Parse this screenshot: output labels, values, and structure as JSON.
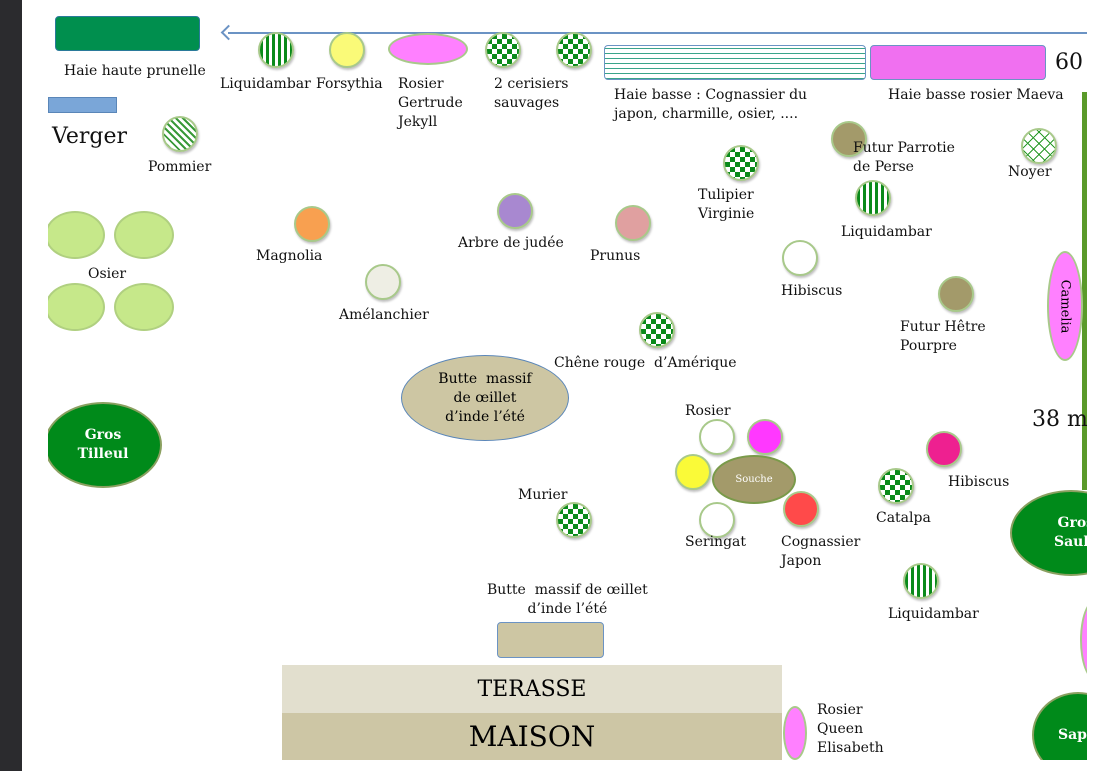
{
  "labels": {
    "haie_haute": "Haie haute prunelle",
    "verger": "Verger",
    "pommier": "Pommier",
    "liquidambar_top": "Liquidambar",
    "forsythia": "Forsythia",
    "rosier_gertrude": "Rosier\nGertrude\nJekyll",
    "cerisiers": "2 cerisiers\nsauvages",
    "haie_basse": "Haie basse : Cognassier du\njapon, charmille, osier, ....",
    "haie_rosier": "Haie basse rosier Maeva",
    "dim_60": "60",
    "dim_38": "38 m",
    "osier": "Osier",
    "gros_tilleul": "Gros\nTilleul",
    "magnolia": "Magnolia",
    "arbre_judee": "Arbre de judée",
    "prunus": "Prunus",
    "amelanchier": "Amélanchier",
    "tulipier": "Tulipier\nVirginie",
    "parrotie": "Futur Parrotie\nde Perse",
    "liquidambar_mid": "Liquidambar",
    "noyer": "Noyer",
    "hibiscus_white": "Hibiscus",
    "hetre": "Futur Hêtre\nPourpre",
    "camelia": "Camelia",
    "chene": "Chêne rouge  d’Amérique",
    "butte1": "Butte  massif\nde œillet\nd’inde l’été",
    "rosier": "Rosier",
    "souche": "Souche",
    "seringat": "Seringat",
    "cognassier": "Cognassier\nJapon",
    "hibiscus_pink": "Hibiscus",
    "catalpa": "Catalpa",
    "gros_saule": "Gros\nSaule",
    "murier": "Murier",
    "liquidambar_low": "Liquidambar",
    "butte2": "Butte  massif de œillet\nd’inde l’été",
    "terasse": "TERASSE",
    "maison": "MAISON",
    "rosier_queen": "Rosier\nQueen\nElisabeth",
    "sapin": "Sapi"
  },
  "colors": {
    "hedge_green": "#008f4e",
    "tree_green": "#008a1a",
    "pink": "#ff80ff",
    "brown": "#a39a6a",
    "blue": "#7aa6d8"
  }
}
